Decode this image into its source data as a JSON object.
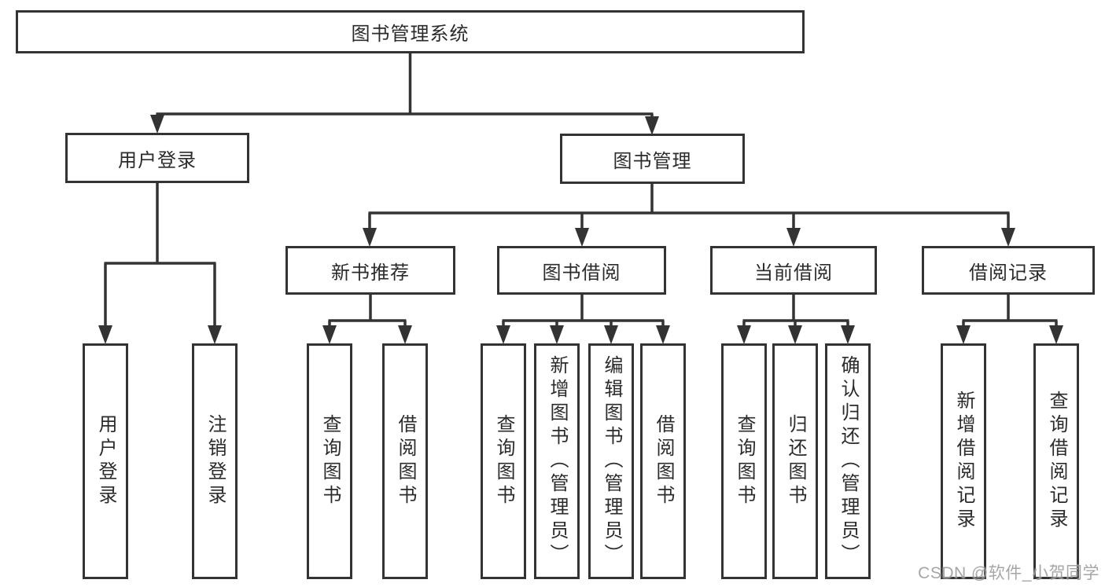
{
  "diagram": {
    "root": {
      "label": "图书管理系统"
    },
    "branches": [
      {
        "label": "用户登录",
        "leaves": [
          "用户登录",
          "注销登录"
        ]
      },
      {
        "label": "图书管理",
        "groups": [
          {
            "label": "新书推荐",
            "leaves": [
              "查询图书",
              "借阅图书"
            ]
          },
          {
            "label": "图书借阅",
            "leaves": [
              "查询图书",
              "新增图书（管理员）",
              "编辑图书（管理员）",
              "借阅图书"
            ]
          },
          {
            "label": "当前借阅",
            "leaves": [
              "查询图书",
              "归还图书",
              "确认归还（管理员）"
            ]
          },
          {
            "label": "借阅记录",
            "leaves": [
              "新增借阅记录",
              "查询借阅记录"
            ]
          }
        ]
      }
    ]
  },
  "watermark": {
    "text": "CSDN @软件_小贺同学",
    "color": "#9a9a9a"
  },
  "colors": {
    "line": "#333333",
    "box_border": "#333333",
    "text": "#2b2b2b",
    "background": "#ffffff"
  }
}
